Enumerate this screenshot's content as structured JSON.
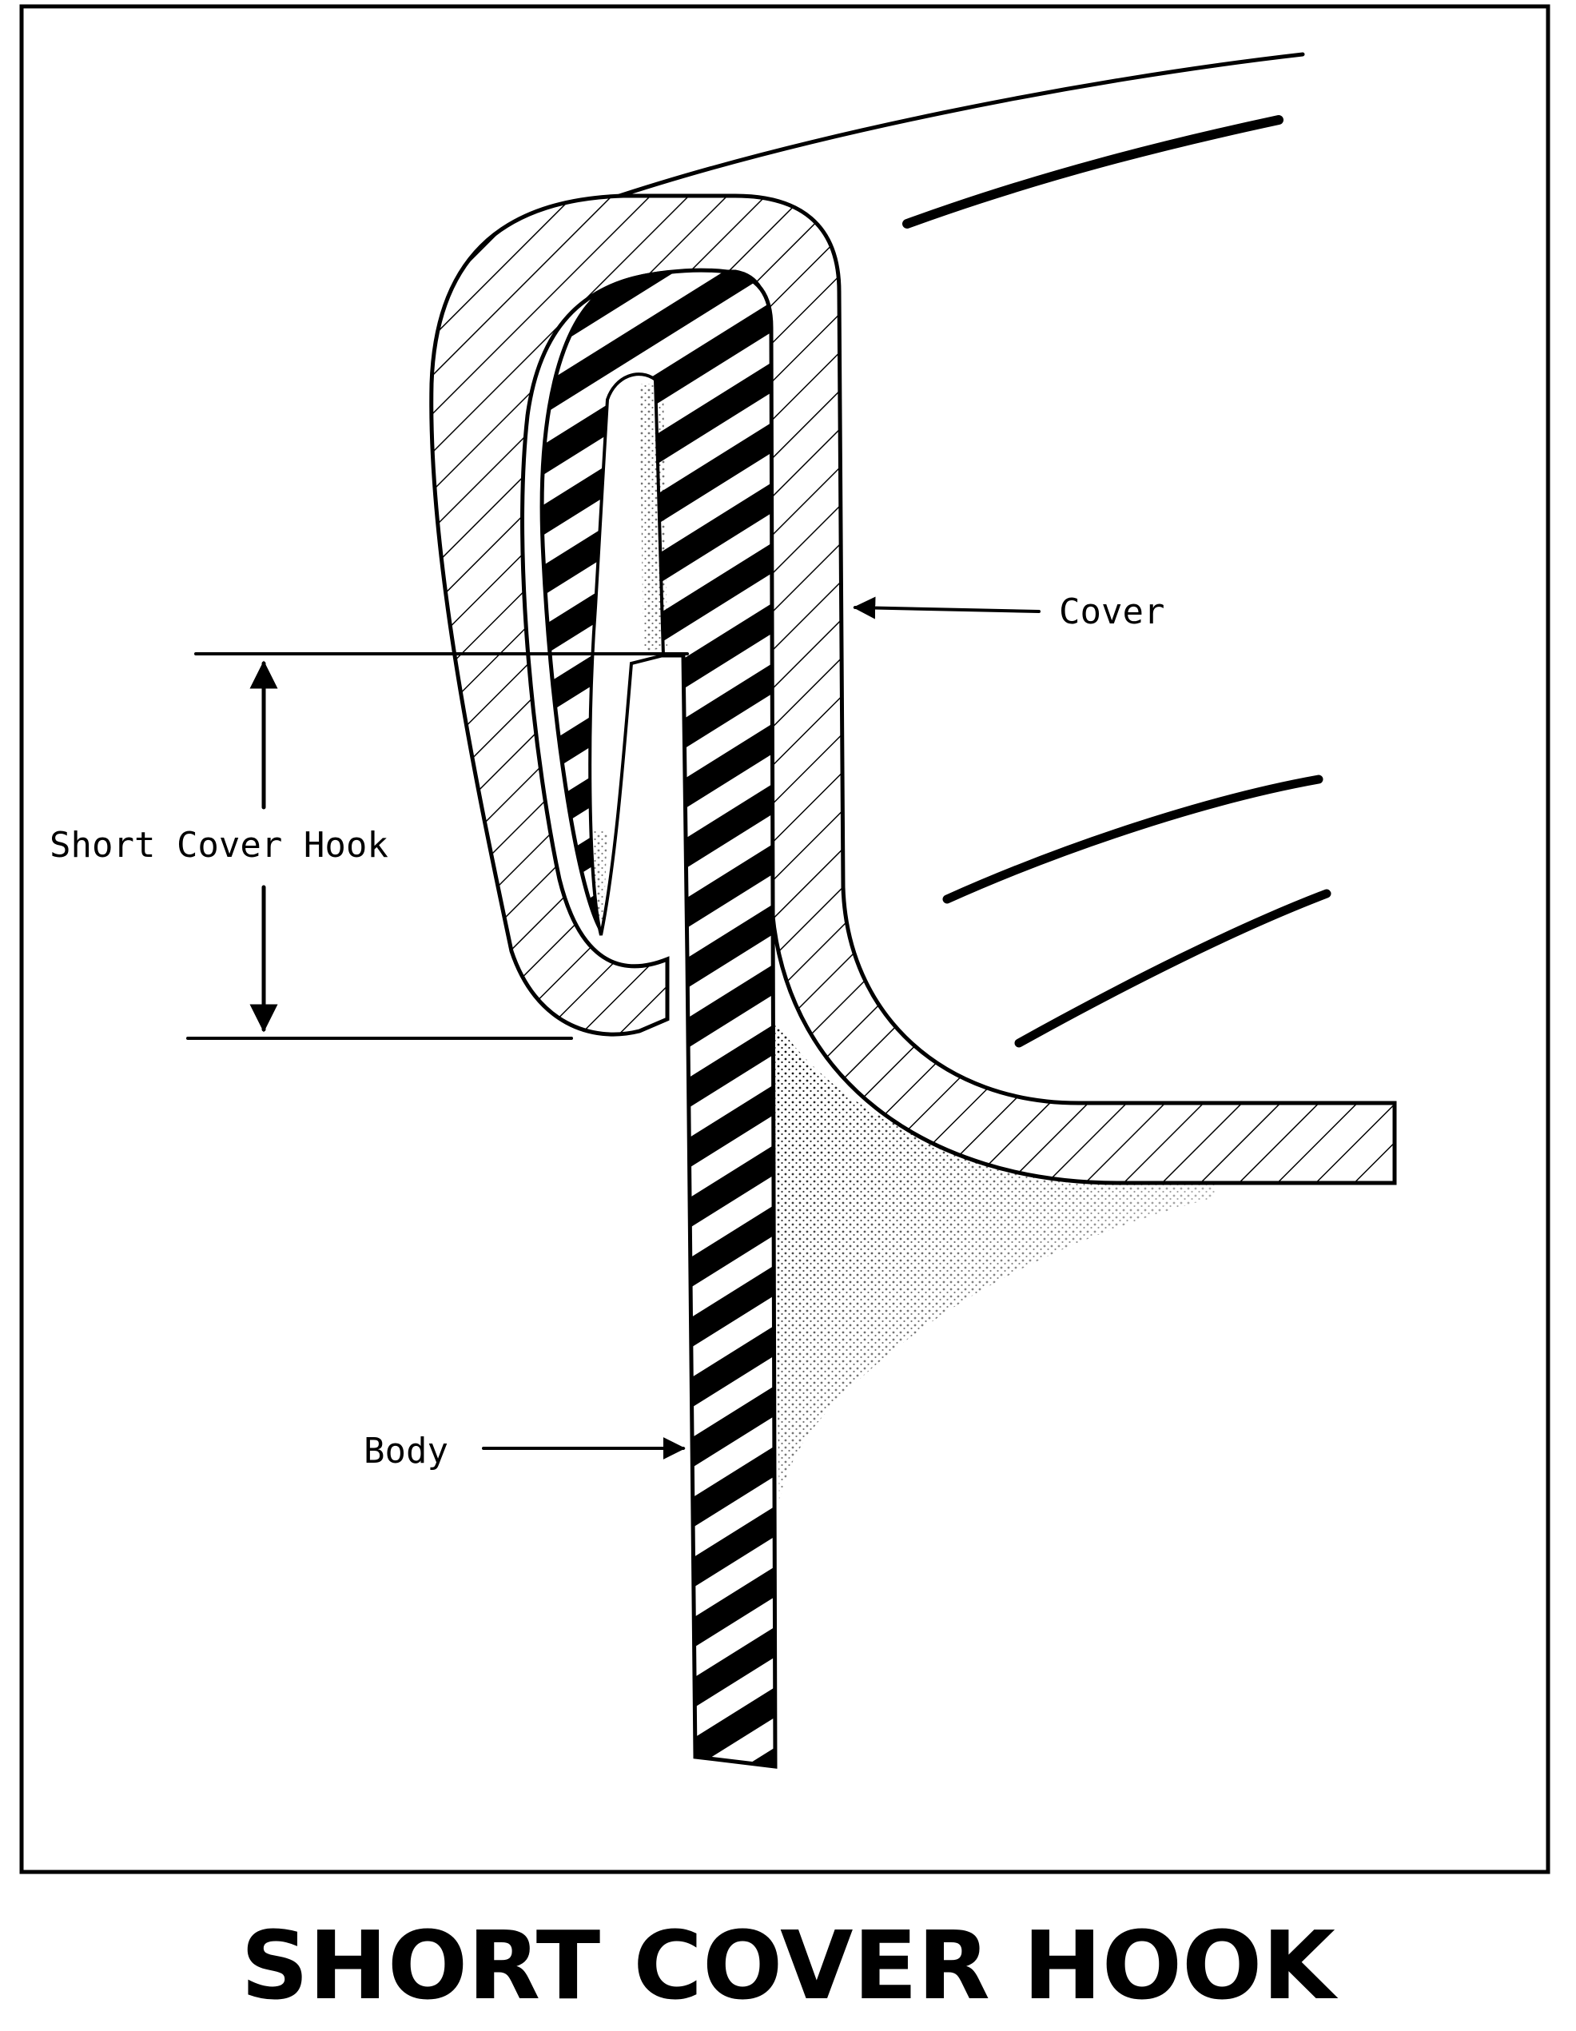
{
  "labels": {
    "cover": "Cover",
    "short_cover_hook": "Short Cover Hook",
    "body": "Body"
  },
  "title": "SHORT COVER HOOK",
  "colors": {
    "ink": "#000000",
    "paper": "#ffffff"
  }
}
